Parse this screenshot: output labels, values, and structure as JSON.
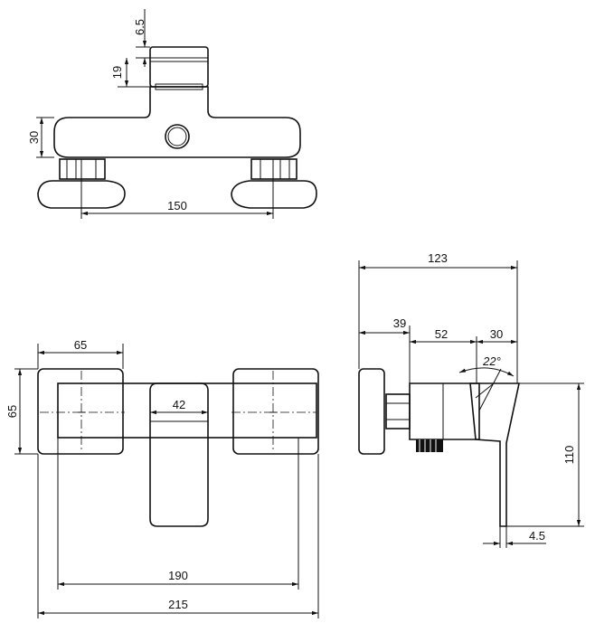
{
  "drawing": {
    "top_view": {
      "dim_cap_height": "6.5",
      "dim_cap_offset": "19",
      "dim_body_height": "30",
      "dim_center_distance": "150"
    },
    "front_view": {
      "dim_flange_width": "65",
      "dim_flange_height": "65",
      "dim_lever_width": "42",
      "dim_body_length": "190",
      "dim_overall_length": "215"
    },
    "side_view": {
      "dim_overall_depth": "123",
      "dim_flange_to_body": "39",
      "dim_body_depth": "52",
      "dim_lever_depth": "30",
      "dim_lever_angle": "22°",
      "dim_lever_height": "110",
      "dim_lever_thickness": "4.5"
    }
  }
}
